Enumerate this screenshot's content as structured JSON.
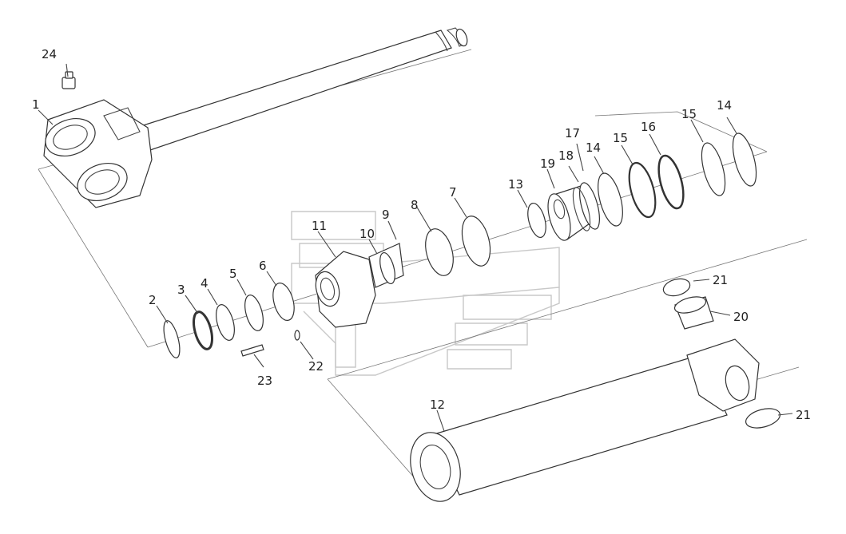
{
  "diagram": {
    "labels": {
      "p1": "1",
      "p2": "2",
      "p3": "3",
      "p4": "4",
      "p5": "5",
      "p6": "6",
      "p7": "7",
      "p8": "8",
      "p9": "9",
      "p10": "10",
      "p11": "11",
      "p12": "12",
      "p13": "13",
      "p14a": "14",
      "p14b": "14",
      "p15a": "15",
      "p15b": "15",
      "p16": "16",
      "p17": "17",
      "p18": "18",
      "p19": "19",
      "p20": "20",
      "p21a": "21",
      "p21b": "21",
      "p22": "22",
      "p23": "23",
      "p24": "24"
    }
  }
}
